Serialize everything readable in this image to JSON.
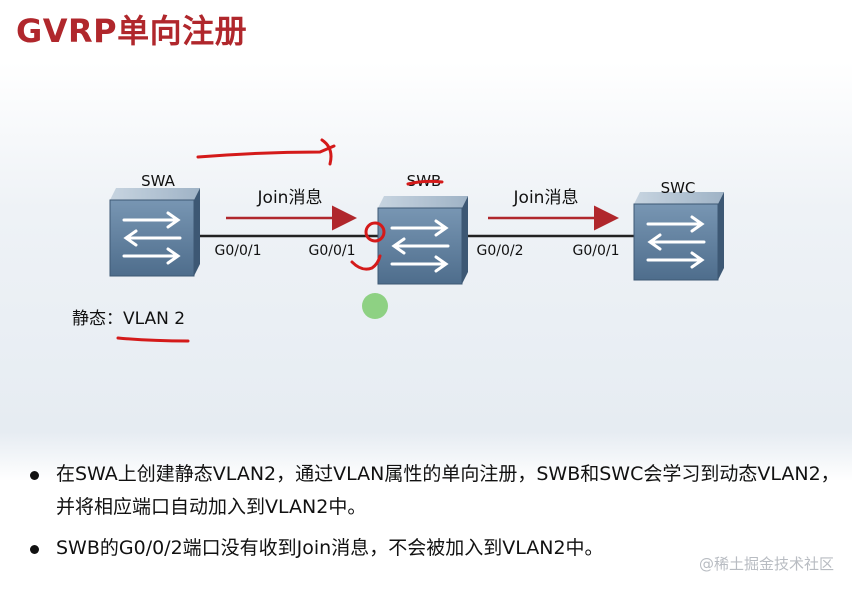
{
  "title": "GVRP单向注册",
  "switches": {
    "swa": "SWA",
    "swb": "SWB",
    "swc": "SWC"
  },
  "ports": {
    "swa_g001": "G0/0/1",
    "swb_g001": "G0/0/1",
    "swb_g002": "G0/0/2",
    "swc_g001": "G0/0/1"
  },
  "messages": {
    "join_1": "Join消息",
    "join_2": "Join消息"
  },
  "static_vlan": "静态：VLAN 2",
  "bullets": [
    "在SWA上创建静态VLAN2，通过VLAN属性的单向注册，SWB和SWC会学习到动态VLAN2，并将相应端口自动加入到VLAN2中。",
    "SWB的G0/0/2端口没有收到Join消息，不会被加入到VLAN2中。"
  ],
  "watermark": "@稀土掘金技术社区",
  "colors": {
    "title": "#b0272c",
    "arrow": "#b0272c",
    "annotation": "#d41a1a",
    "switch_top": "#a9bccd",
    "switch_front": "#5f7d9b",
    "pointer_dot": "#7ecb6f"
  }
}
